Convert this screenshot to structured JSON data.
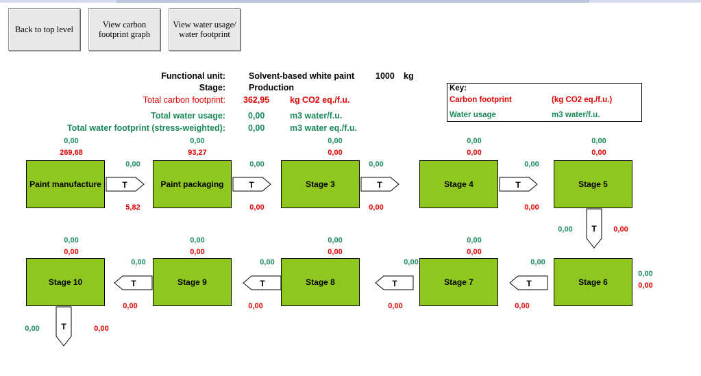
{
  "buttons": {
    "back": "Back to top level",
    "carbon": "View carbon footprint graph",
    "water": "View water usage/ water footprint"
  },
  "summary": {
    "functional_unit_label": "Functional unit:",
    "functional_unit_value": "Solvent-based white paint",
    "functional_unit_qty": "1000",
    "functional_unit_unit": "kg",
    "stage_label": "Stage:",
    "stage_value": "Production",
    "carbon_label": "Total carbon footprint:",
    "carbon_value": "362,95",
    "carbon_unit": "kg CO2 eq./f.u.",
    "water_label": "Total water usage:",
    "water_value": "0,00",
    "water_unit": "m3 water/f.u.",
    "wf_label": "Total water footprint (stress-weighted):",
    "wf_value": "0,00",
    "wf_unit": "m3 water eq./f.u."
  },
  "key": {
    "title": "Key:",
    "carbon_label": "Carbon footprint",
    "carbon_unit": "(kg CO2 eq./f.u.)",
    "water_label": "Water usage",
    "water_unit": "m3 water/f.u."
  },
  "transport_label": "T",
  "stages": [
    {
      "name": "Paint manufacture",
      "water": "0,00",
      "carbon": "269,68"
    },
    {
      "name": "Paint packaging",
      "water": "0,00",
      "carbon": "93,27"
    },
    {
      "name": "Stage 3",
      "water": "0,00",
      "carbon": "0,00"
    },
    {
      "name": "Stage 4",
      "water": "0,00",
      "carbon": "0,00"
    },
    {
      "name": "Stage 5",
      "water": "0,00",
      "carbon": "0,00"
    },
    {
      "name": "Stage 6",
      "water": "0,00",
      "carbon": "0,00"
    },
    {
      "name": "Stage 7",
      "water": "0,00",
      "carbon": "0,00"
    },
    {
      "name": "Stage 8",
      "water": "0,00",
      "carbon": "0,00"
    },
    {
      "name": "Stage 9",
      "water": "0,00",
      "carbon": "0,00"
    },
    {
      "name": "Stage 10",
      "water": "0,00",
      "carbon": "0,00"
    }
  ],
  "transports": [
    {
      "water": "0,00",
      "carbon": "5,82"
    },
    {
      "water": "0,00",
      "carbon": "0,00"
    },
    {
      "water": "0,00",
      "carbon": "0,00"
    },
    {
      "water": "0,00",
      "carbon": "0,00"
    },
    {
      "water": "0,00",
      "carbon": "0,00"
    },
    {
      "water": "0,00",
      "carbon": "0,00"
    },
    {
      "water": "0,00",
      "carbon": "0,00"
    },
    {
      "water": "0,00",
      "carbon": "0,00"
    },
    {
      "water": "0,00",
      "carbon": "0,00"
    },
    {
      "water": "0,00",
      "carbon": "0,00"
    }
  ],
  "colors": {
    "stage_fill": "#8fc61f",
    "carbon": "#e00000",
    "water": "#1a8a5a"
  }
}
